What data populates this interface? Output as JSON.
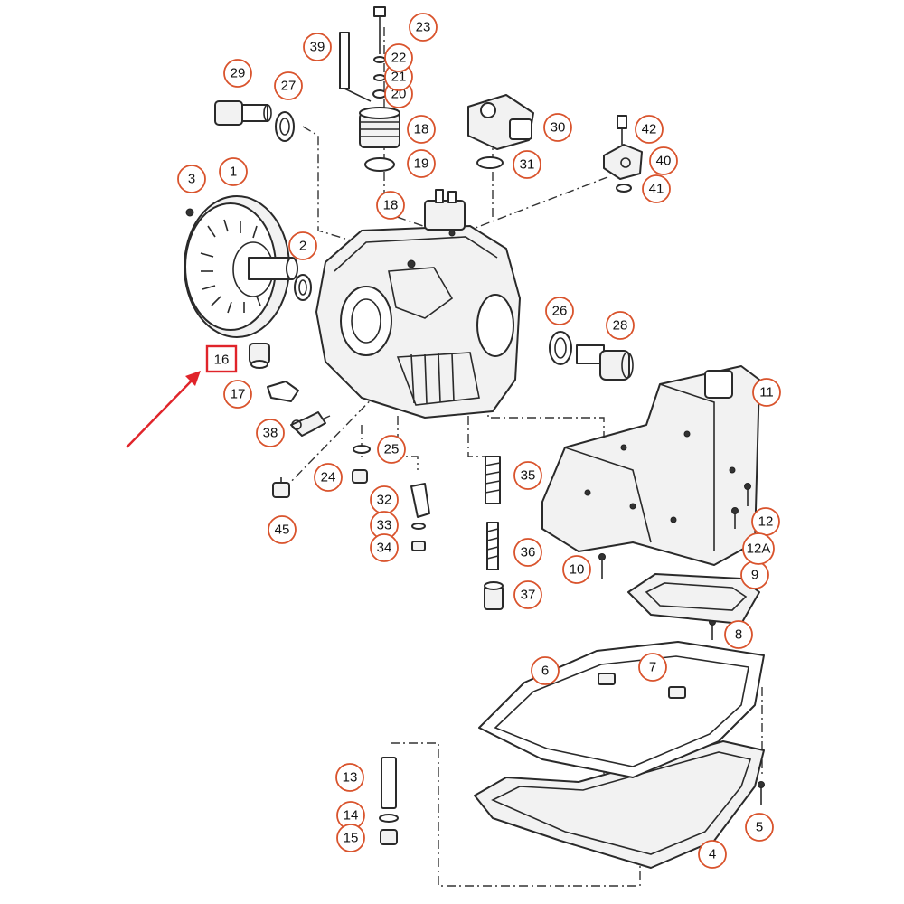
{
  "highlight": {
    "label": "16",
    "color": "#e0242a"
  },
  "callout_color": "#d9532c",
  "callouts": [
    {
      "id": "1",
      "label": "1"
    },
    {
      "id": "2",
      "label": "2"
    },
    {
      "id": "3",
      "label": "3"
    },
    {
      "id": "4",
      "label": "4"
    },
    {
      "id": "5",
      "label": "5"
    },
    {
      "id": "6",
      "label": "6"
    },
    {
      "id": "7",
      "label": "7"
    },
    {
      "id": "8",
      "label": "8"
    },
    {
      "id": "9",
      "label": "9"
    },
    {
      "id": "10",
      "label": "10"
    },
    {
      "id": "11",
      "label": "11"
    },
    {
      "id": "12",
      "label": "12"
    },
    {
      "id": "12A",
      "label": "12A"
    },
    {
      "id": "13",
      "label": "13"
    },
    {
      "id": "14",
      "label": "14"
    },
    {
      "id": "15",
      "label": "15"
    },
    {
      "id": "17",
      "label": "17"
    },
    {
      "id": "18a",
      "label": "18"
    },
    {
      "id": "18b",
      "label": "18"
    },
    {
      "id": "19",
      "label": "19"
    },
    {
      "id": "20",
      "label": "20"
    },
    {
      "id": "21",
      "label": "21"
    },
    {
      "id": "22",
      "label": "22"
    },
    {
      "id": "23",
      "label": "23"
    },
    {
      "id": "24",
      "label": "24"
    },
    {
      "id": "25",
      "label": "25"
    },
    {
      "id": "26",
      "label": "26"
    },
    {
      "id": "27",
      "label": "27"
    },
    {
      "id": "28",
      "label": "28"
    },
    {
      "id": "29",
      "label": "29"
    },
    {
      "id": "30",
      "label": "30"
    },
    {
      "id": "31",
      "label": "31"
    },
    {
      "id": "32",
      "label": "32"
    },
    {
      "id": "33",
      "label": "33"
    },
    {
      "id": "34",
      "label": "34"
    },
    {
      "id": "35",
      "label": "35"
    },
    {
      "id": "36",
      "label": "36"
    },
    {
      "id": "37",
      "label": "37"
    },
    {
      "id": "38",
      "label": "38"
    },
    {
      "id": "39",
      "label": "39"
    },
    {
      "id": "40",
      "label": "40"
    },
    {
      "id": "41",
      "label": "41"
    },
    {
      "id": "42",
      "label": "42"
    },
    {
      "id": "45",
      "label": "45"
    }
  ]
}
